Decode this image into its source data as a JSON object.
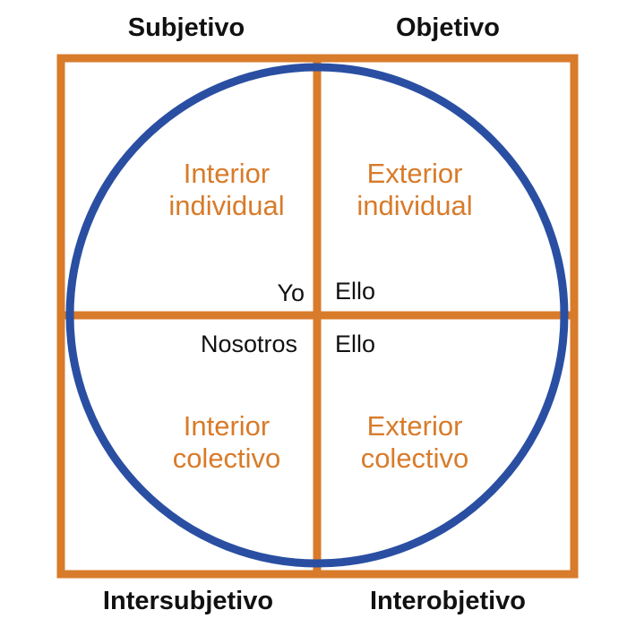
{
  "colors": {
    "frame": "#D87B2A",
    "circle": "#2A4FA2",
    "quadrant_text": "#D87B2A",
    "corner_text": "#111111",
    "pronoun_text": "#111111"
  },
  "corners": {
    "top_left": "Subjetivo",
    "top_right": "Objetivo",
    "bottom_left": "Intersubjetivo",
    "bottom_right": "Interobjetivo"
  },
  "quadrants": {
    "upper_left": {
      "line1": "Interior",
      "line2": "individual"
    },
    "upper_right": {
      "line1": "Exterior",
      "line2": "individual"
    },
    "lower_left": {
      "line1": "Interior",
      "line2": "colectivo"
    },
    "lower_right": {
      "line1": "Exterior",
      "line2": "colectivo"
    }
  },
  "pronouns": {
    "upper_left": "Yo",
    "upper_right": "Ello",
    "lower_left": "Nosotros",
    "lower_right": "Ello"
  }
}
